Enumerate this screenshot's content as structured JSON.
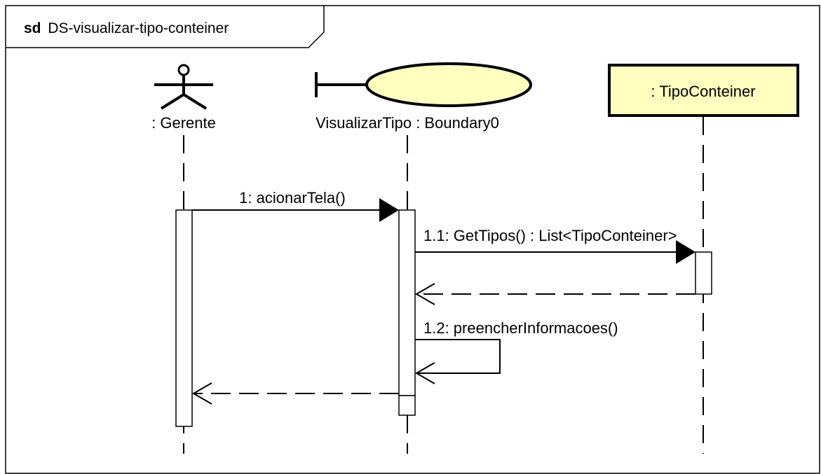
{
  "frame": {
    "keyword": "sd",
    "name": "DS-visualizar-tipo-conteiner"
  },
  "lifelines": {
    "actor": {
      "label": ": Gerente",
      "icon": "actor-icon"
    },
    "boundary": {
      "label": "VisualizarTipo : Boundary0",
      "icon": "boundary-icon"
    },
    "entity": {
      "label": ": TipoConteiner"
    }
  },
  "messages": {
    "m1": "1: acionarTela()",
    "m1_1": "1.1: GetTipos() : List<TipoConteiner>",
    "m1_2": "1.2: preencherInformacoes()"
  },
  "colors": {
    "box_fill": "#ffffc0",
    "stroke": "#000000",
    "background": "#ffffff"
  }
}
